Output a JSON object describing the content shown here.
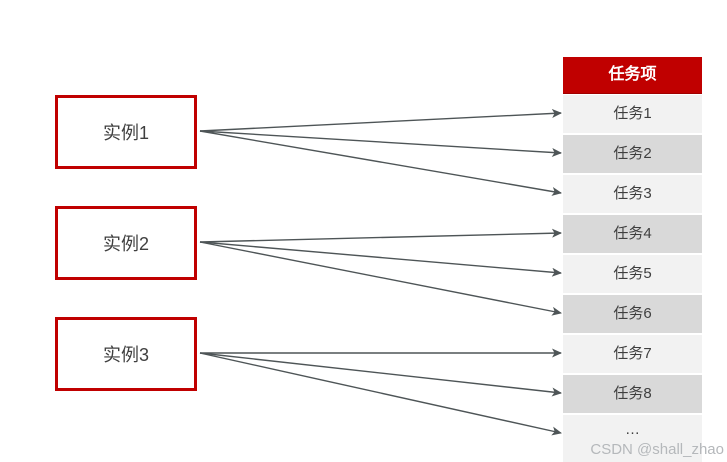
{
  "diagram": {
    "instances": [
      {
        "label": "实例1"
      },
      {
        "label": "实例2"
      },
      {
        "label": "实例3"
      }
    ],
    "task_column": {
      "header": "任务项",
      "rows": [
        "任务1",
        "任务2",
        "任务3",
        "任务4",
        "任务5",
        "任务6",
        "任务7",
        "任务8",
        "…"
      ]
    },
    "connections": [
      {
        "from_instance": 0,
        "to_task": 0
      },
      {
        "from_instance": 0,
        "to_task": 1
      },
      {
        "from_instance": 0,
        "to_task": 2
      },
      {
        "from_instance": 1,
        "to_task": 3
      },
      {
        "from_instance": 1,
        "to_task": 4
      },
      {
        "from_instance": 1,
        "to_task": 5
      },
      {
        "from_instance": 2,
        "to_task": 6
      },
      {
        "from_instance": 2,
        "to_task": 7
      },
      {
        "from_instance": 2,
        "to_task": 8
      }
    ],
    "colors": {
      "accent_red": "#c00000",
      "row_light": "#f2f2f2",
      "row_dark": "#d9d9d9",
      "arrow": "#4e5557",
      "text": "#3f3f3f",
      "header_text": "#ffffff",
      "watermark": "#b5b8bb"
    },
    "watermark": "CSDN @shall_zhao"
  }
}
